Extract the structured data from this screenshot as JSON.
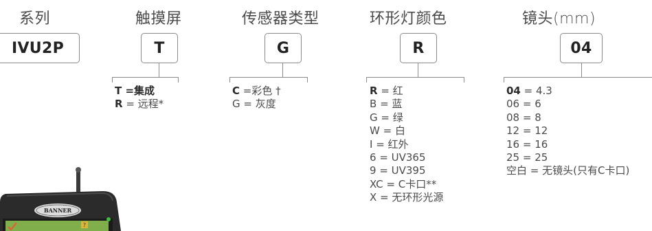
{
  "columns": [
    {
      "header": "系列",
      "code": "IVU2P",
      "options": []
    },
    {
      "header": "触摸屏",
      "code": "T",
      "options": [
        {
          "key": "T",
          "value": " =集成",
          "default": true
        },
        {
          "key": "R",
          "value": " = 远程*",
          "default": false
        }
      ]
    },
    {
      "header": "传感器类型",
      "code": "G",
      "options": [
        {
          "key": "C",
          "value": " =彩色 †",
          "default": false
        },
        {
          "key": "G",
          "value": " = 灰度",
          "default": false
        }
      ]
    },
    {
      "header": "环形灯颜色",
      "code": "R",
      "options": [
        {
          "key": "R",
          "value": " = 红",
          "default": false
        },
        {
          "key": "B",
          "value": " = 蓝",
          "default": false
        },
        {
          "key": "G",
          "value": " = 绿",
          "default": false
        },
        {
          "key": "W",
          "value": " = 白",
          "default": false
        },
        {
          "key": "I",
          "value": " = 红外",
          "default": false
        },
        {
          "key": "6",
          "value": " = UV365",
          "default": false
        },
        {
          "key": "9",
          "value": " = UV395",
          "default": false
        },
        {
          "key": "XC",
          "value": " = C卡口**",
          "default": false
        },
        {
          "key": "X",
          "value": " = 无环形光源",
          "default": false
        }
      ]
    },
    {
      "header": "镜头(mm)",
      "code": "04",
      "options": [
        {
          "key": "04",
          "value": " = 4.3",
          "default": false
        },
        {
          "key": "06",
          "value": " = 6",
          "default": false
        },
        {
          "key": "08",
          "value": " = 8",
          "default": false
        },
        {
          "key": "12",
          "value": " = 12",
          "default": false
        },
        {
          "key": "16",
          "value": " = 16",
          "default": false
        },
        {
          "key": "25",
          "value": " = 25",
          "default": false
        },
        {
          "key": "空白",
          "value": " = 无镜头(只有C卡口)",
          "default": false
        }
      ]
    }
  ],
  "device": {
    "brand": "BANNER",
    "colors": {
      "body": "#2b2b2b",
      "bezel": "#1a1a1a",
      "antenna": "#333333",
      "led": "#3fbf3f"
    }
  }
}
